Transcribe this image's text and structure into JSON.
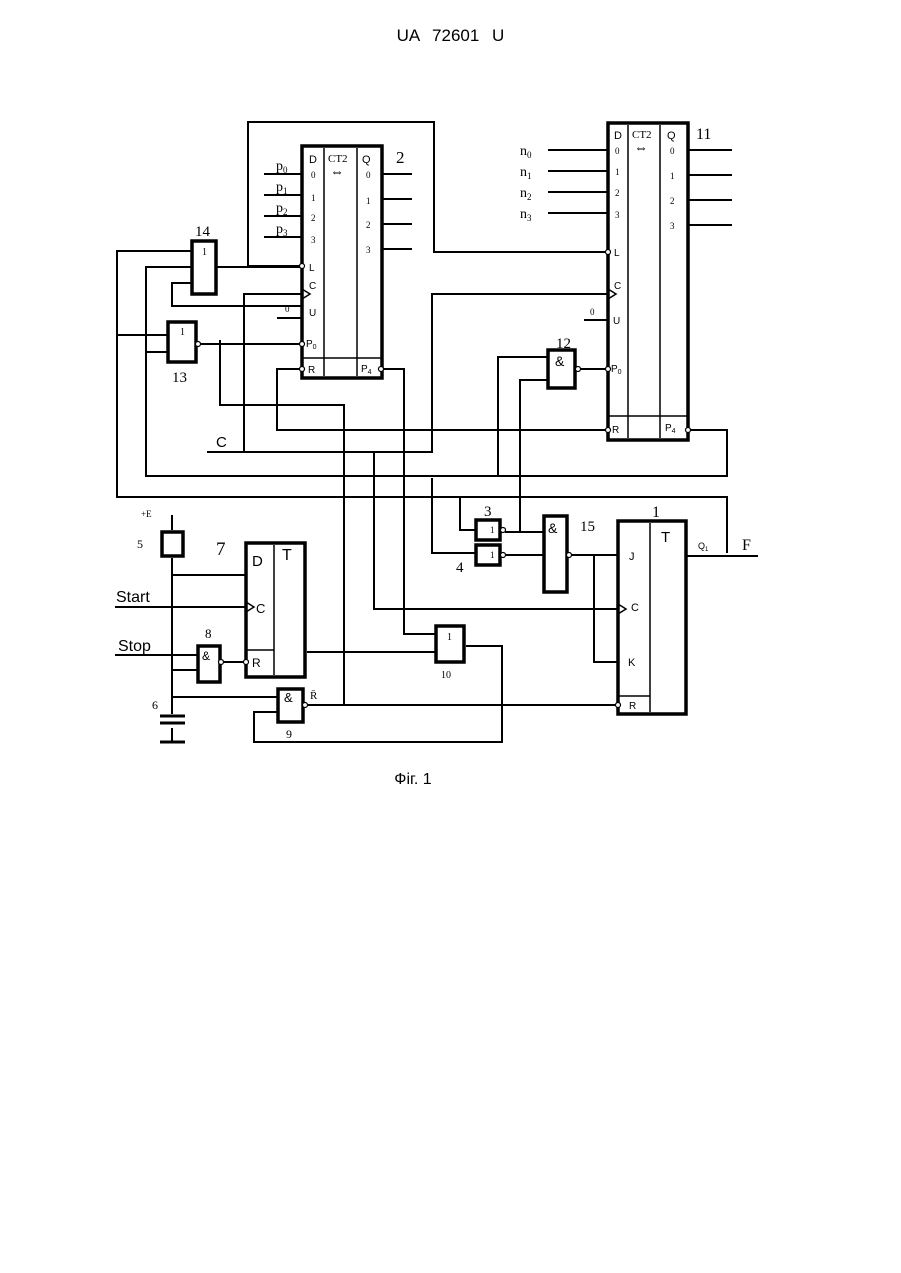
{
  "header": {
    "patent_number": "UA 72601 U"
  },
  "caption": "Фіг. 1",
  "blocks": {
    "counter2": {
      "number": "2",
      "type": "CT2",
      "arrow": "⇔",
      "d": "D",
      "q": "Q",
      "inputs": [
        "0",
        "1",
        "2",
        "3"
      ],
      "outputs": [
        "0",
        "1",
        "2",
        "3"
      ],
      "l": "L",
      "c": "C",
      "u": "U",
      "u_value": "0",
      "p0": "P",
      "p0_sub": "0",
      "r": "R",
      "p4": "P",
      "p4_sub": "4",
      "signals": [
        {
          "main": "p",
          "sub": "0"
        },
        {
          "main": "p",
          "sub": "1"
        },
        {
          "main": "p",
          "sub": "2"
        },
        {
          "main": "p",
          "sub": "3"
        }
      ]
    },
    "counter11": {
      "number": "11",
      "type": "CT2",
      "arrow": "⇔",
      "d": "D",
      "q": "Q",
      "inputs": [
        "0",
        "1",
        "2",
        "3"
      ],
      "outputs": [
        "0",
        "1",
        "2",
        "3"
      ],
      "l": "L",
      "c": "C",
      "u": "U",
      "u_value": "0",
      "p0": "P",
      "p0_sub": "0",
      "r": "R",
      "p4": "P",
      "p4_sub": "4",
      "signals": [
        {
          "main": "n",
          "sub": "0"
        },
        {
          "main": "n",
          "sub": "1"
        },
        {
          "main": "n",
          "sub": "2"
        },
        {
          "main": "n",
          "sub": "3"
        }
      ]
    },
    "gate14": {
      "number": "14",
      "symbol": "1"
    },
    "gate13": {
      "number": "13",
      "symbol": "1"
    },
    "gate12": {
      "number": "12",
      "symbol": "&"
    },
    "gate3": {
      "number": "3",
      "symbol": "1"
    },
    "gate4": {
      "number": "4",
      "symbol": "1"
    },
    "gate15": {
      "number": "15",
      "symbol": "&"
    },
    "trigger1": {
      "number": "1",
      "type": "T",
      "j": "J",
      "c": "C",
      "k": "K",
      "r": "R",
      "q": "Q",
      "q_sub": "1",
      "out": "F"
    },
    "trigger7": {
      "number": "7",
      "type": "T",
      "d": "D",
      "c": "C",
      "r": "R"
    },
    "gate8": {
      "number": "8",
      "symbol": "&"
    },
    "gate9": {
      "number": "9",
      "symbol": "&",
      "out_label": "R̄"
    },
    "gate10": {
      "number": "10",
      "symbol": "1"
    },
    "resistor5": {
      "number": "5",
      "supply": "+E"
    },
    "capacitor6": {
      "number": "6"
    }
  },
  "signals": {
    "start": "Start",
    "stop": "Stop",
    "clock": "C"
  }
}
